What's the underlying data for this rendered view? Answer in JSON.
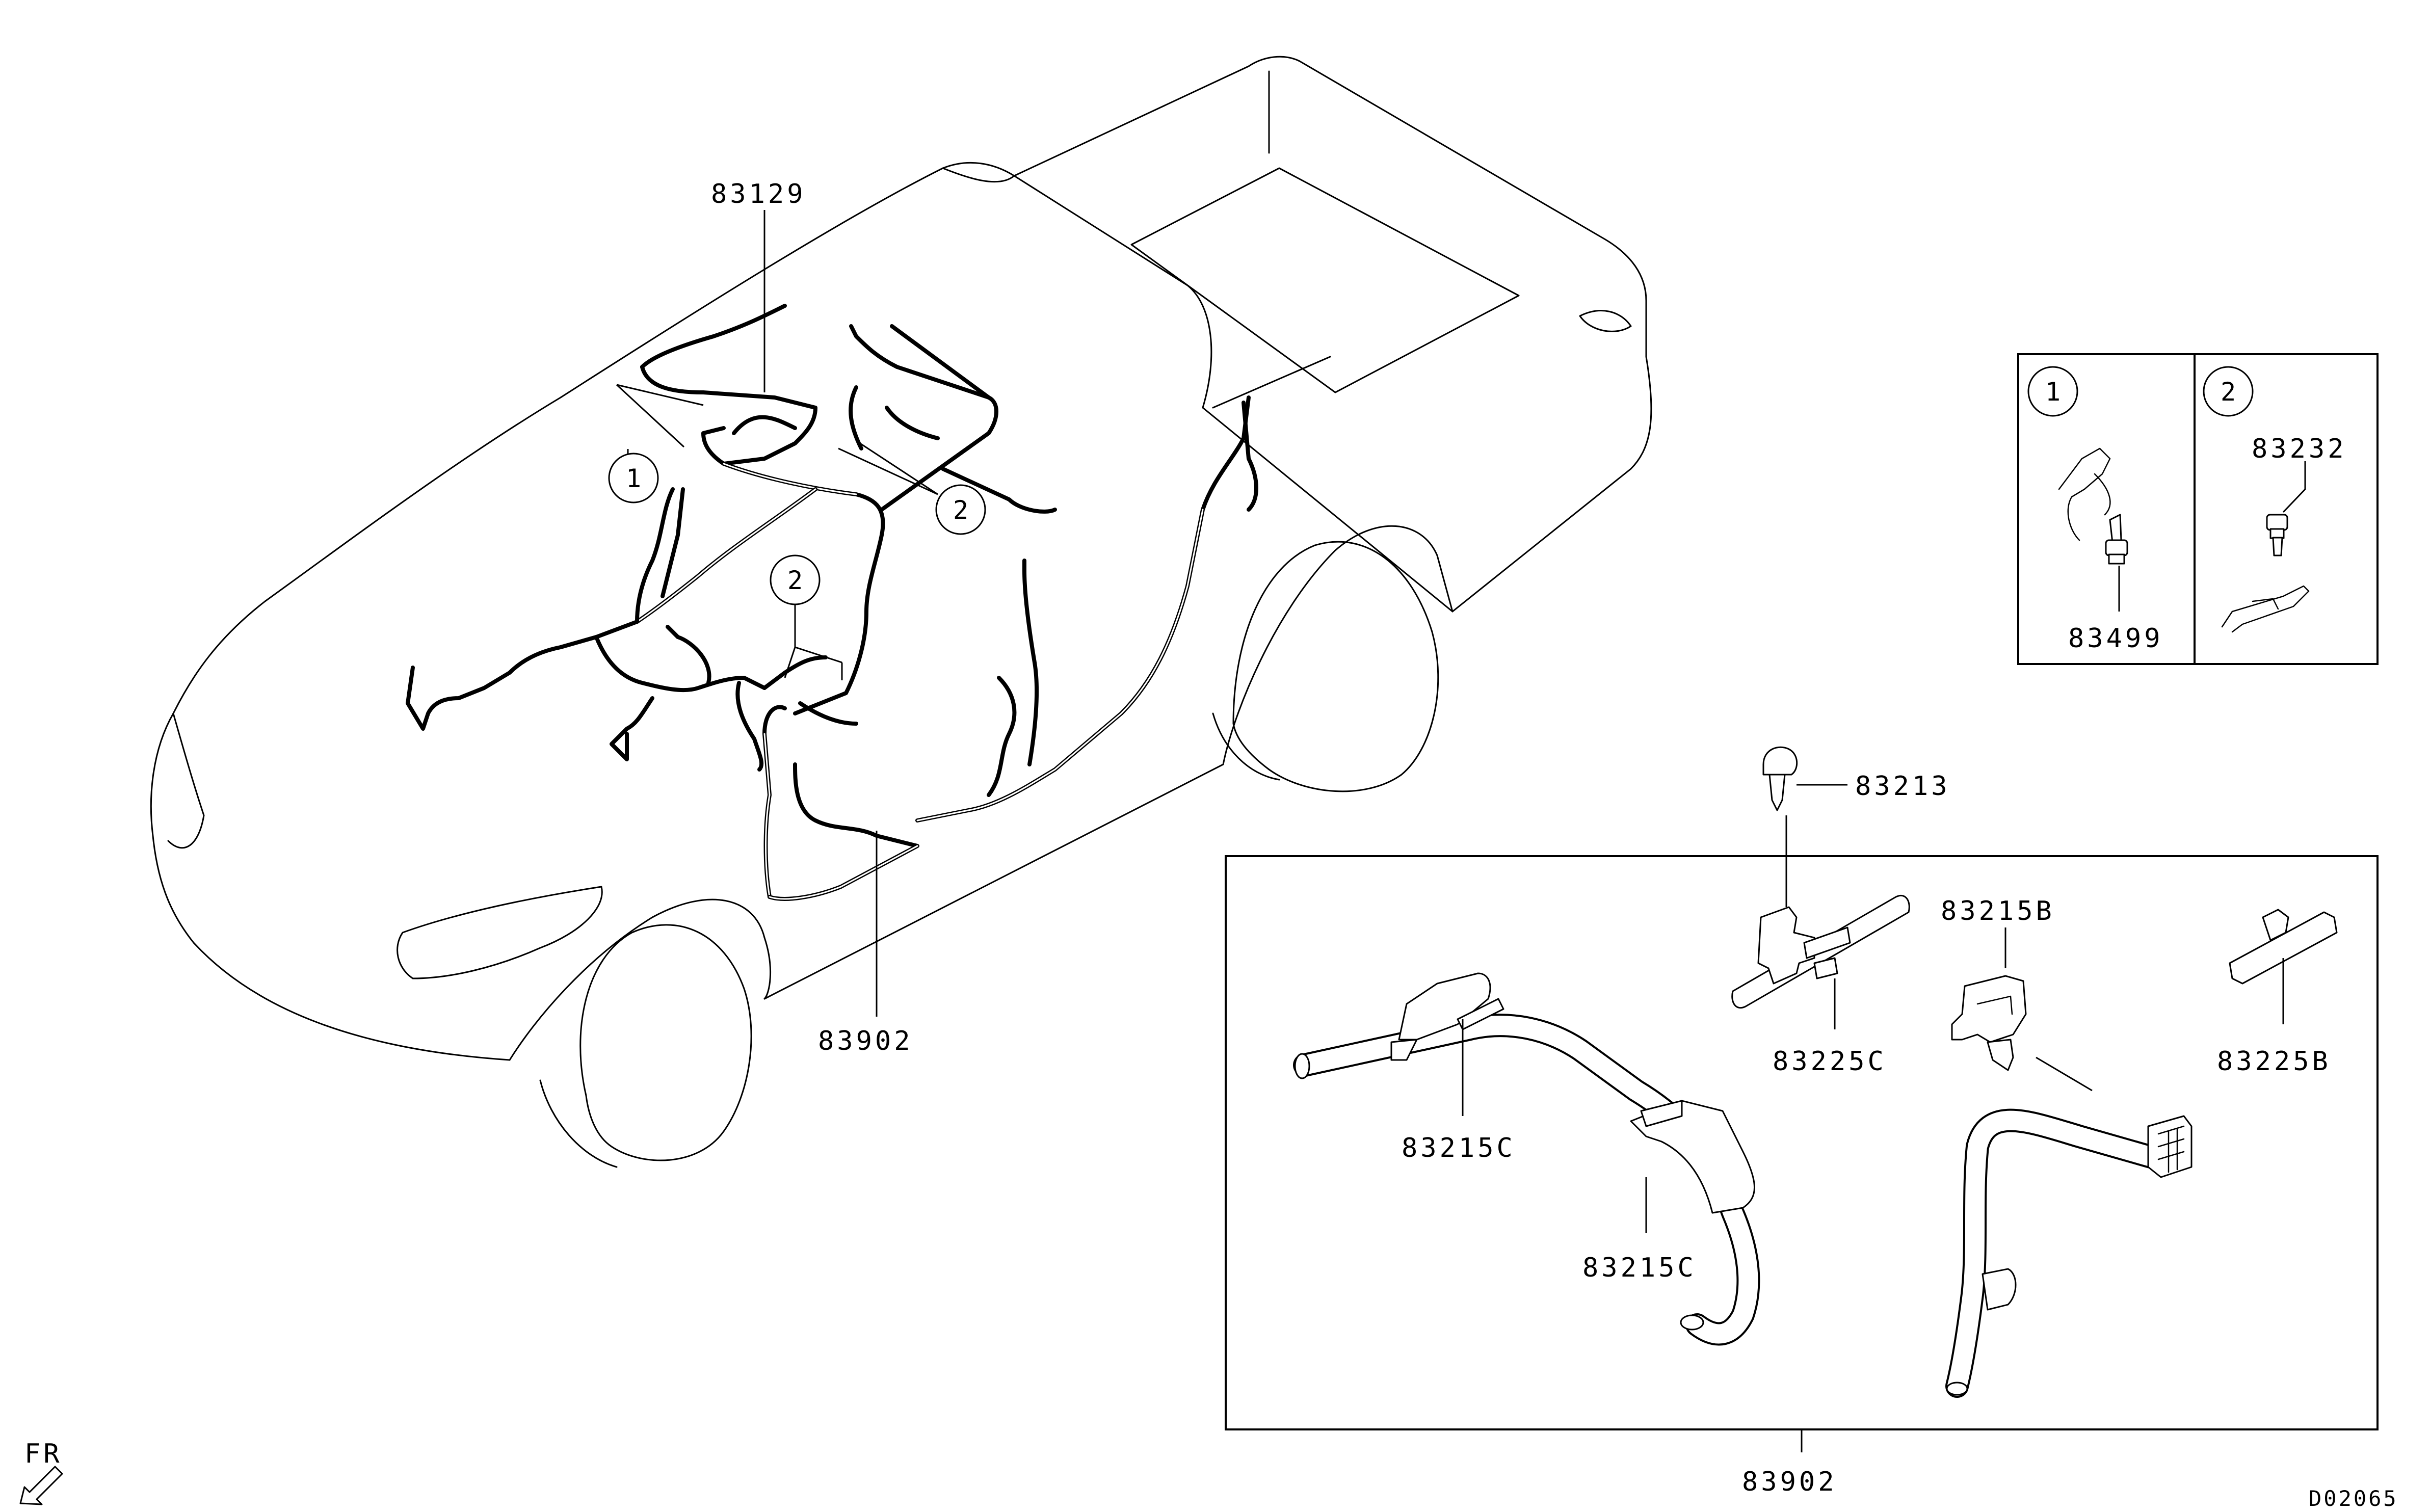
{
  "parts": {
    "p83129": "83129",
    "p83902_main": "83902",
    "p83902_box": "83902",
    "p83213": "83213",
    "p83225C": "83225C",
    "p83215B": "83215B",
    "p83225B": "83225B",
    "p83215C_a": "83215C",
    "p83215C_b": "83215C",
    "p83232": "83232",
    "p83499": "83499"
  },
  "callouts": {
    "c1_main": "1",
    "c2_main_upper": "2",
    "c2_main_lower": "2",
    "c1_detail": "1",
    "c2_detail": "2"
  },
  "front_label": "FR",
  "diagram_code": "D02065"
}
